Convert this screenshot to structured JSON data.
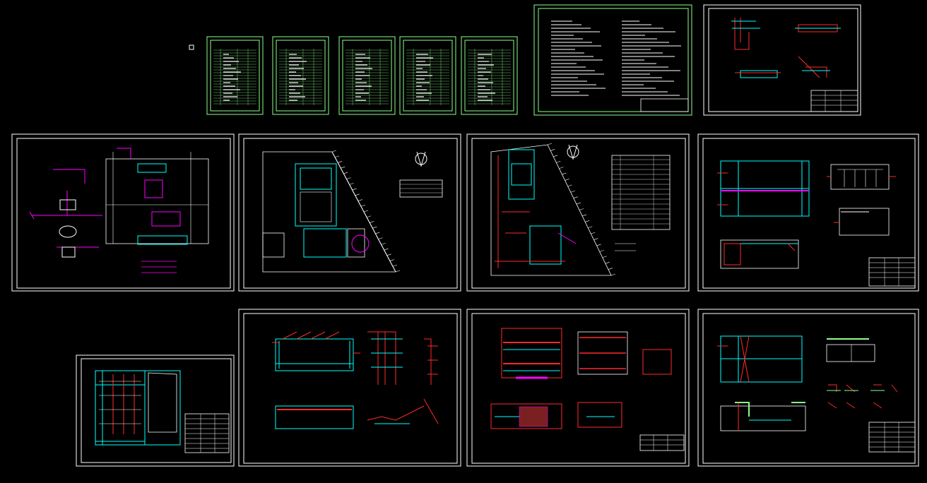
{
  "viewport": {
    "background": "#000000",
    "colors": {
      "frame": "#ffffff",
      "green": "#8aff8a",
      "cyan": "#00ffff",
      "red": "#ff2a2a",
      "magenta": "#ff00ff",
      "yellow": "#ffff00",
      "grey": "#9a9a9a"
    }
  },
  "sheets": [
    {
      "id": "table-sheet-1",
      "kind": "table",
      "label": ""
    },
    {
      "id": "table-sheet-2",
      "kind": "table",
      "label": ""
    },
    {
      "id": "table-sheet-3",
      "kind": "table",
      "label": ""
    },
    {
      "id": "table-sheet-4",
      "kind": "table",
      "label": ""
    },
    {
      "id": "table-sheet-5",
      "kind": "table",
      "label": ""
    },
    {
      "id": "design-notes-sheet",
      "kind": "notes",
      "label": ""
    },
    {
      "id": "detail-sheet-top-right",
      "kind": "detail",
      "label": ""
    },
    {
      "id": "process-flow-sheet",
      "kind": "flow",
      "label": ""
    },
    {
      "id": "site-plan-sheet",
      "kind": "site",
      "label": ""
    },
    {
      "id": "pipeline-plan-sheet",
      "kind": "site",
      "label": ""
    },
    {
      "id": "tank-plan-sheet",
      "kind": "tank",
      "label": ""
    },
    {
      "id": "small-tank-sheet",
      "kind": "tank",
      "label": ""
    },
    {
      "id": "section-sheet-1",
      "kind": "section",
      "label": ""
    },
    {
      "id": "section-sheet-2",
      "kind": "section",
      "label": ""
    },
    {
      "id": "section-sheet-3",
      "kind": "section",
      "label": ""
    }
  ]
}
